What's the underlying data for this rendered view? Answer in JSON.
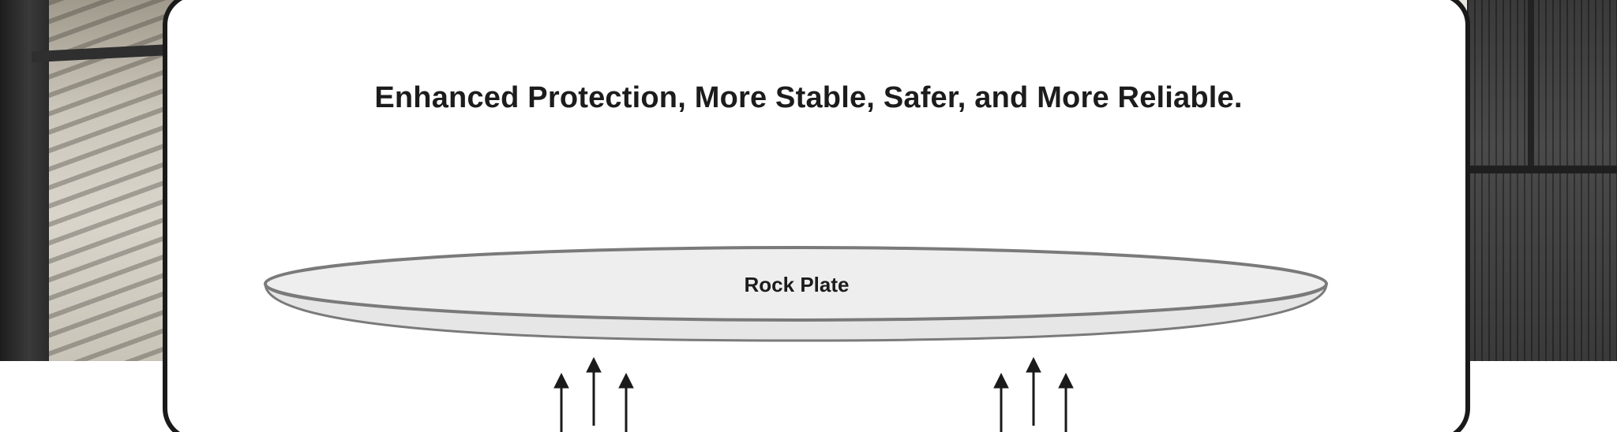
{
  "headline": "Enhanced Protection, More Stable, Safer, and More Reliable.",
  "plate": {
    "label": "Rock Plate",
    "fill_color": "#eeeeee",
    "edge_color": "#7a7a7a"
  },
  "arrows": {
    "color": "#1a1a1a",
    "groups": [
      {
        "name": "left-arrow-group",
        "count": 3
      },
      {
        "name": "right-arrow-group",
        "count": 3
      }
    ]
  }
}
